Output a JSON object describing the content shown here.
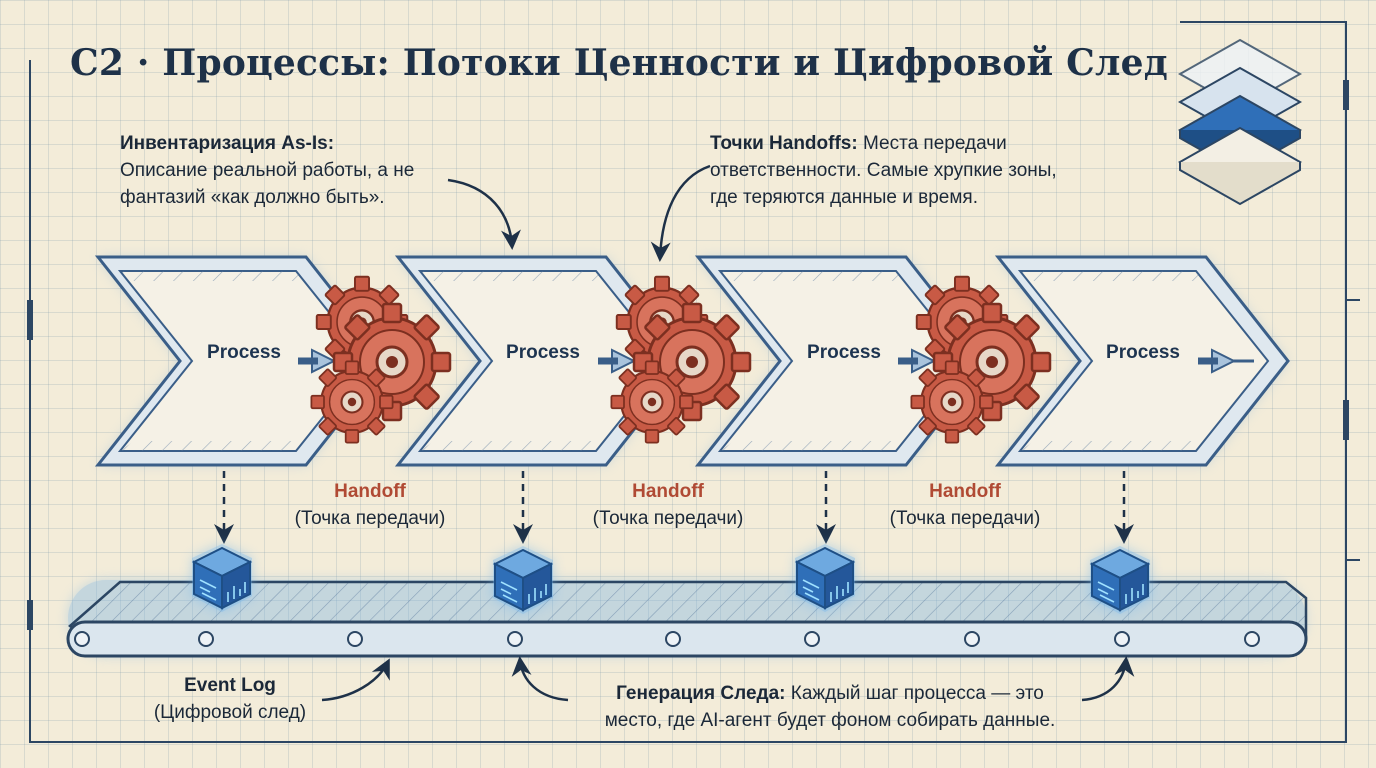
{
  "title": "C2 · Процессы: Потоки Ценности и Цифровой След",
  "callouts": {
    "asis": {
      "label": "Инвентаризация As-Is:",
      "line1": "Описание реальной работы, а не",
      "line2": "фантазий «как должно быть»."
    },
    "handoffs": {
      "label": "Точки Handoffs:",
      "line1_rest": " Места передачи",
      "line2": "ответственности. Самые хрупкие зоны,",
      "line3": "где теряются данные и время."
    }
  },
  "process_label": "Process",
  "processes": [
    {
      "label": "Process"
    },
    {
      "label": "Process"
    },
    {
      "label": "Process"
    },
    {
      "label": "Process"
    }
  ],
  "handoffs": [
    {
      "name": "Handoff",
      "sub": "(Точка передачи)"
    },
    {
      "name": "Handoff",
      "sub": "(Точка передачи)"
    },
    {
      "name": "Handoff",
      "sub": "(Точка передачи)"
    }
  ],
  "event_log": {
    "name": "Event Log",
    "sub": "(Цифровой след)"
  },
  "trace": {
    "label": "Генерация Следа:",
    "line1_rest": " Каждый шаг процесса — это",
    "line2": "место, где AI-агент будет фоном собирать данные."
  },
  "icons": [
    "stacked-layers-icon",
    "gear-icon",
    "data-cube-icon",
    "arrow-icon"
  ],
  "colors": {
    "ink": "#1e3148",
    "chevron": "#3a5e88",
    "gear": "#c85a45",
    "accent_red": "#b04a34",
    "cube": "#2f6fb8"
  }
}
